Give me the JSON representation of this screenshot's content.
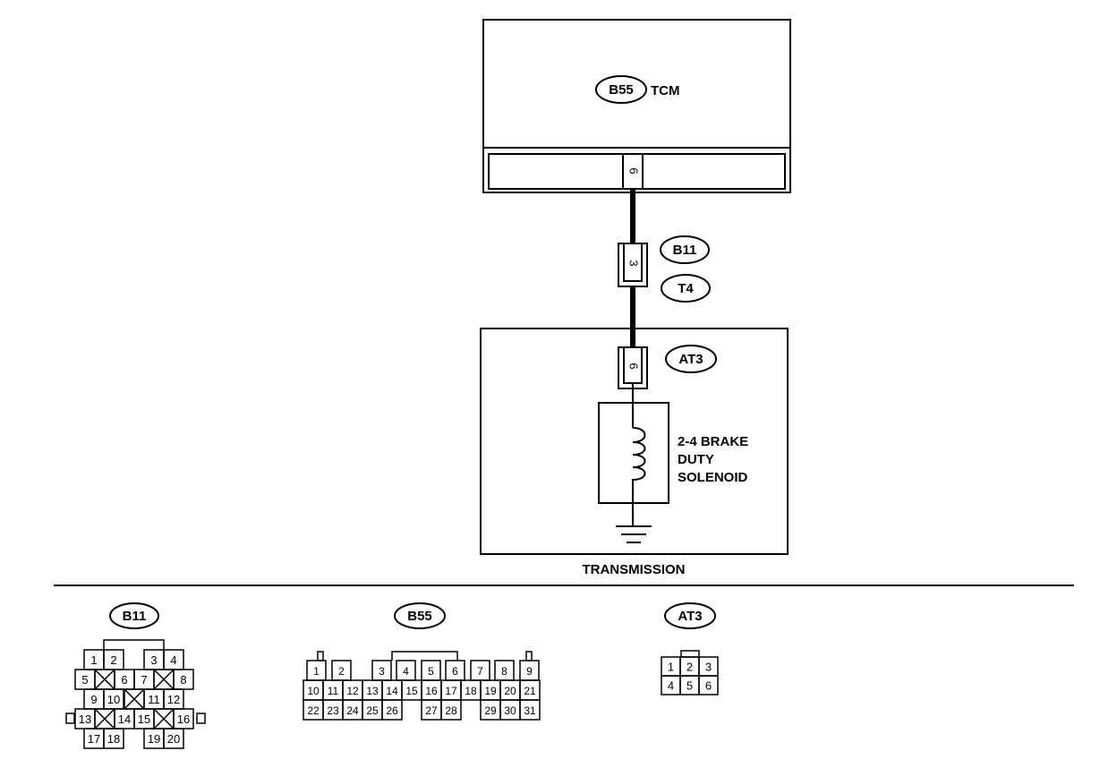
{
  "tcm": {
    "badge": "B55",
    "label": "TCM",
    "pin": "6"
  },
  "connector_b11_t4": {
    "badge_top": "B11",
    "badge_bottom": "T4",
    "pin": "3"
  },
  "transmission": {
    "label": "TRANSMISSION",
    "connector": {
      "badge": "AT3",
      "pin": "6"
    },
    "solenoid": {
      "line1": "2-4 BRAKE",
      "line2": "DUTY",
      "line3": "SOLENOID"
    }
  },
  "connector_faces": {
    "b11": {
      "badge": "B11",
      "pins": [
        "1",
        "2",
        "3",
        "4",
        "5",
        "6",
        "7",
        "8",
        "9",
        "10",
        "11",
        "12",
        "13",
        "14",
        "15",
        "16",
        "17",
        "18",
        "19",
        "20"
      ]
    },
    "b55": {
      "badge": "B55",
      "pins": [
        "1",
        "2",
        "3",
        "4",
        "5",
        "6",
        "7",
        "8",
        "9",
        "10",
        "11",
        "12",
        "13",
        "14",
        "15",
        "16",
        "17",
        "18",
        "19",
        "20",
        "21",
        "22",
        "23",
        "24",
        "25",
        "26",
        "27",
        "28",
        "29",
        "30",
        "31"
      ]
    },
    "at3": {
      "badge": "AT3",
      "pins": [
        "1",
        "2",
        "3",
        "4",
        "5",
        "6"
      ]
    }
  }
}
